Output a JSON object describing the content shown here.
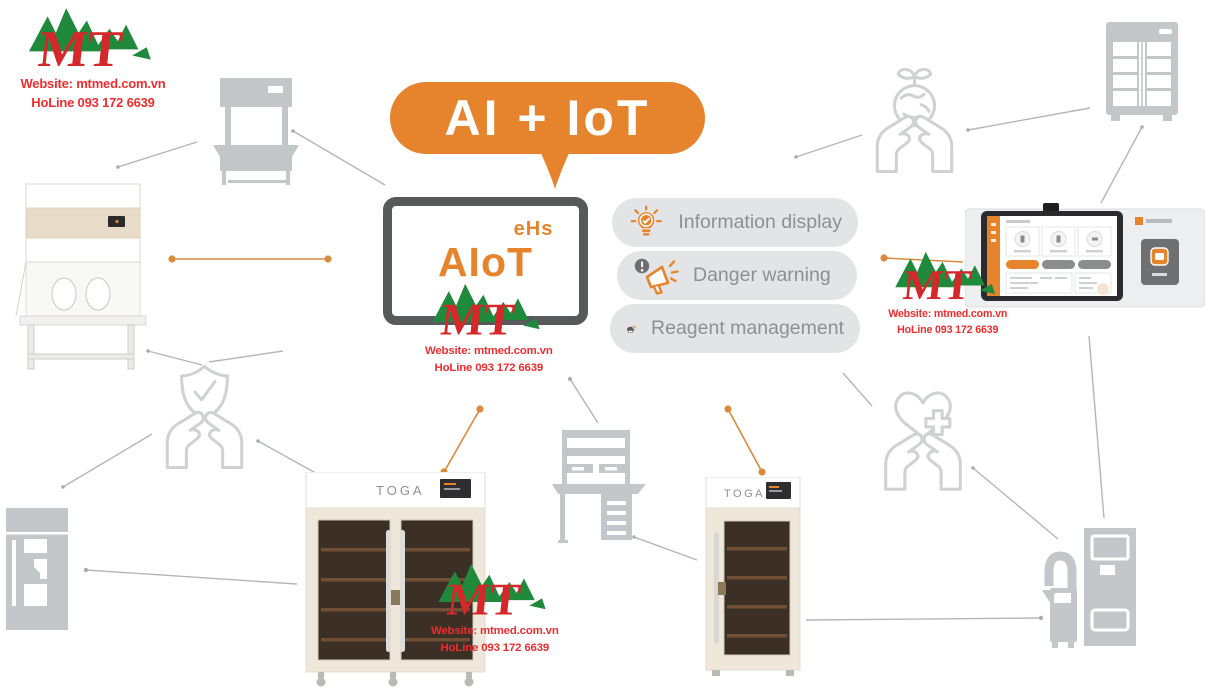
{
  "brand": {
    "logo_text": "MT",
    "website": "Website: mtmed.com.vn",
    "hotline": "HoLine 093 172 6639"
  },
  "bubble": {
    "label": "AI + IoT"
  },
  "monitor": {
    "superscript": "eHs",
    "title": "AIoT"
  },
  "features": [
    {
      "label": "Information display",
      "icon": "lightbulb-check-icon"
    },
    {
      "label": "Danger warning",
      "icon": "megaphone-alert-icon"
    },
    {
      "label": "Reagent management",
      "icon": "printer-check-icon"
    }
  ],
  "equipment": {
    "cabinet_brand": "TOGA",
    "illustrations": [
      "fume-hood",
      "lab-bench",
      "hands-holding-earth",
      "glass-door-refrigerator",
      "monitoring-dashboard-tablet",
      "hands-holding-shield",
      "hands-holding-heart",
      "storage-refrigerator",
      "double-door-reagent-cabinet",
      "single-door-reagent-cabinet",
      "workstation-bench",
      "water-purification-system"
    ]
  },
  "colors": {
    "accent_orange": "#E6832D",
    "connector_orange": "#D98A3C",
    "silhouette_gray": "#C4C7C9",
    "outline_icon_gray": "#CFD1D3",
    "pill_bg": "#E3E4E5",
    "pill_text": "#8D8F92",
    "monitor_frame": "#58595B",
    "watermark_red": "#EE2D2F",
    "watermark_green": "#1F8A3B",
    "cabinet_body": "#EFE8DA",
    "cabinet_door": "#3B2F26"
  }
}
